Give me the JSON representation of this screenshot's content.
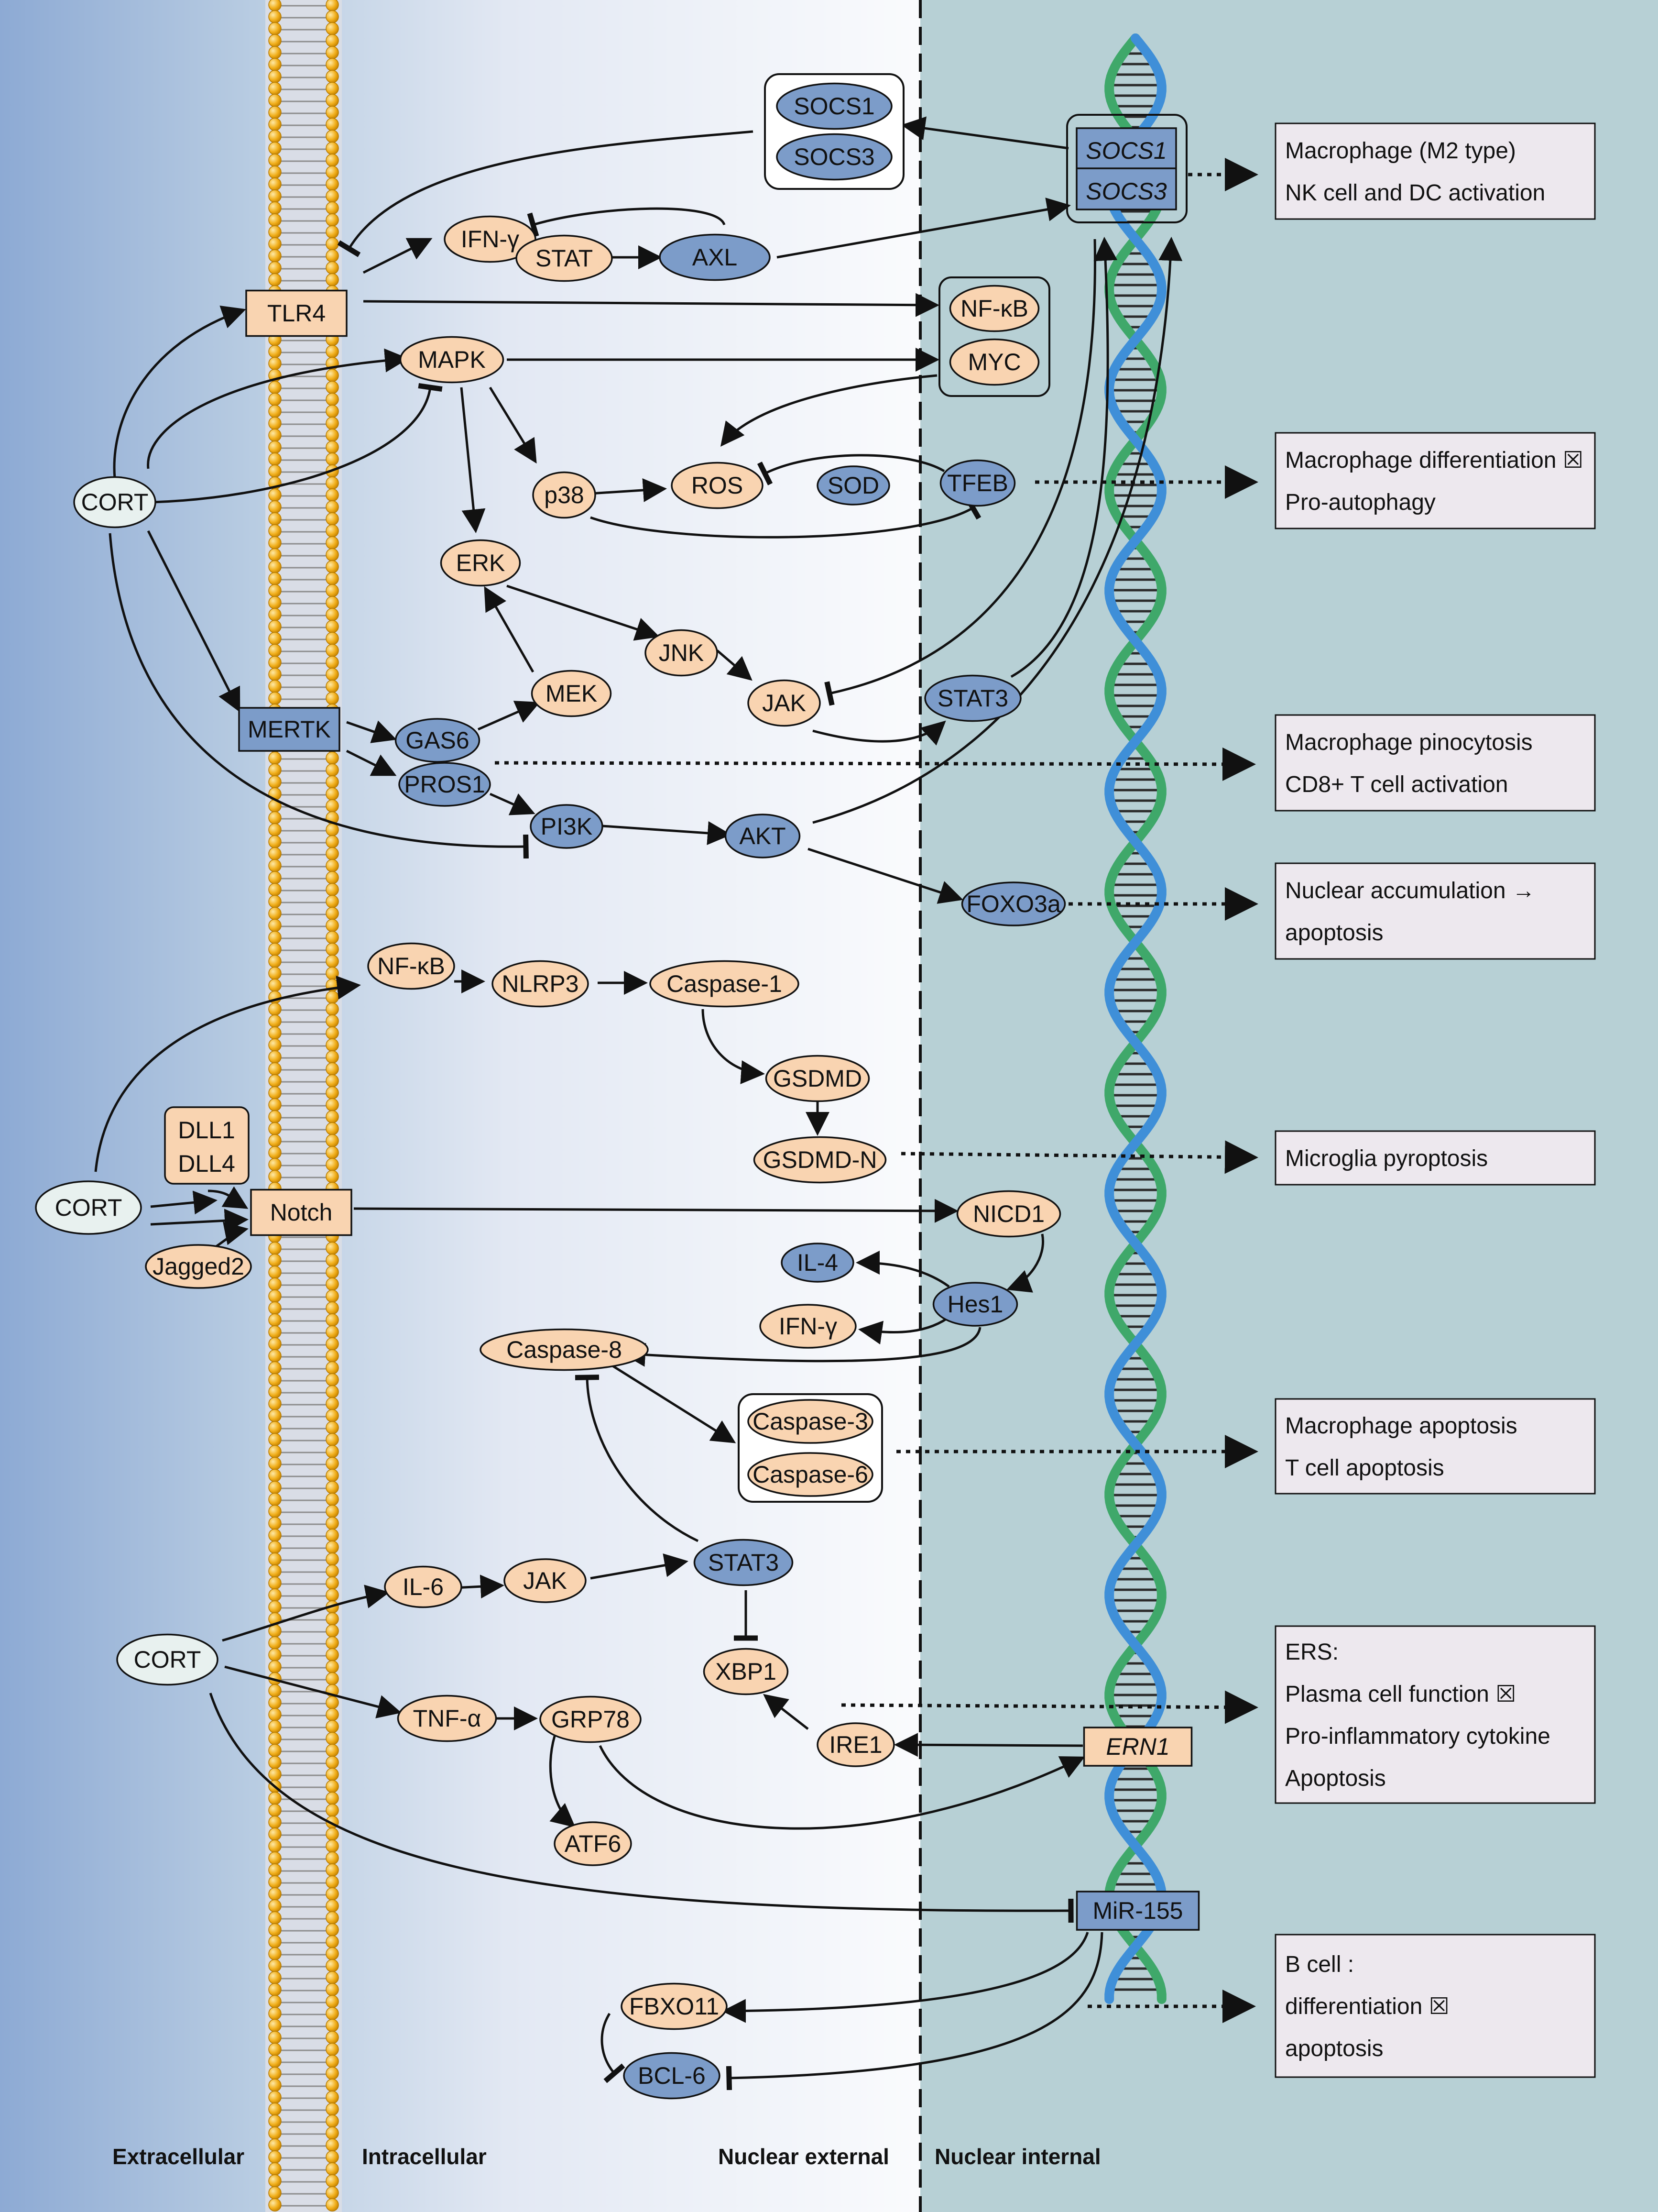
{
  "colors": {
    "orange": "#f9d4b1",
    "blue": "#7c9cc9",
    "pale": "#e8f1ef",
    "nuclear_internal": "#b7d0d5",
    "output_box": "#ede8ee",
    "membrane": "#f2b01d"
  },
  "regions": {
    "extracellular": "Extracellular",
    "intracellular": "Intracellular",
    "nuclear_external": "Nuclear external",
    "nuclear_internal": "Nuclear internal"
  },
  "nodes": {
    "cort1": "CORT",
    "cort2": "CORT",
    "cort3": "CORT",
    "tlr4": "TLR4",
    "mertk": "MERTK",
    "notch": "Notch",
    "dll1": "DLL1",
    "dll4": "DLL4",
    "jagged2": "Jagged2",
    "socs1_protein": "SOCS1",
    "socs3_protein": "SOCS3",
    "socs1_gene": "SOCS1",
    "socs3_gene": "SOCS3",
    "ifn_gamma_1": "IFN-γ",
    "stat": "STAT",
    "axl": "AXL",
    "nfkb_nuclear": "NF-κB",
    "myc": "MYC",
    "mapk": "MAPK",
    "p38": "p38",
    "ros": "ROS",
    "sod": "SOD",
    "tfeb": "TFEB",
    "erk": "ERK",
    "jnk": "JNK",
    "mek": "MEK",
    "jak1": "JAK",
    "stat3_1": "STAT3",
    "gas6": "GAS6",
    "pros1": "PROS1",
    "pi3k": "PI3K",
    "akt": "AKT",
    "foxo3a": "FOXO3a",
    "nfkb_2": "NF-κB",
    "nlrp3": "NLRP3",
    "caspase1": "Caspase-1",
    "gsdmd": "GSDMD",
    "gsdmd_n": "GSDMD-N",
    "nicd1": "NICD1",
    "il4": "IL-4",
    "hes1": "Hes1",
    "ifn_gamma_2": "IFN-γ",
    "caspase8": "Caspase-8",
    "caspase3": "Caspase-3",
    "caspase6": "Caspase-6",
    "il6": "IL-6",
    "jak2": "JAK",
    "stat3_2": "STAT3",
    "xbp1": "XBP1",
    "tnf_alpha": "TNF-α",
    "grp78": "GRP78",
    "ire1": "IRE1",
    "ern1": "ERN1",
    "atf6": "ATF6",
    "mir155": "MiR-155",
    "fbxo11": "FBXO11",
    "bcl6": "BCL-6"
  },
  "outcomes": [
    {
      "lines": [
        "Macrophage (M2 type)",
        "NK cell and DC activation"
      ]
    },
    {
      "lines": [
        "Macrophage differentiation ☒",
        "Pro-autophagy"
      ]
    },
    {
      "lines": [
        "Macrophage pinocytosis",
        "CD8+ T cell activation"
      ]
    },
    {
      "lines": [
        "Nuclear accumulation →",
        "apoptosis"
      ]
    },
    {
      "lines": [
        "Microglia pyroptosis"
      ]
    },
    {
      "lines": [
        "Macrophage apoptosis",
        "T cell apoptosis"
      ]
    },
    {
      "lines": [
        "ERS:",
        "Plasma cell function ☒",
        "Pro-inflammatory cytokine",
        "Apoptosis"
      ]
    },
    {
      "lines": [
        "B cell :",
        "differentiation ☒",
        "apoptosis"
      ]
    }
  ]
}
